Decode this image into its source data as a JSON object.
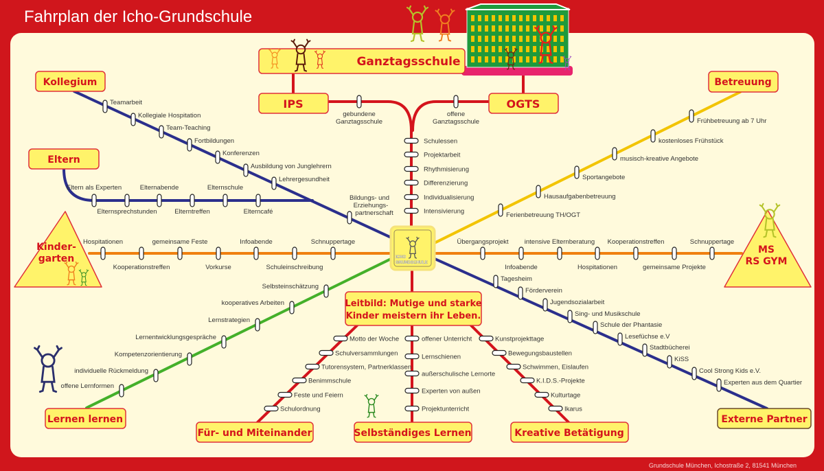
{
  "title": "Fahrplan der Icho-Grundschule",
  "footer": "Grundschule München, Ichostraße 2, 81541 München",
  "center_logo": {
    "line1": "ICHO",
    "line2": "GRUNDSCHULE"
  },
  "hubs": {
    "ganztag": "Ganztagsschule",
    "ips": "IPS",
    "ogts": "OGTS",
    "kollegium": "Kollegium",
    "eltern": "Eltern",
    "betreuung": "Betreuung",
    "kindergarten": {
      "line1": "Kinder-",
      "line2": "garten"
    },
    "ms": {
      "line1": "MS",
      "line2": "RS GYM"
    },
    "lernen": "Lernen lernen",
    "fuer": "Für- und Miteinander",
    "selbst": "Selbständiges Lernen",
    "kreativ": "Kreative Betätigung",
    "extern": "Externe Partner",
    "leitbild": {
      "line1": "Leitbild: Mutige und starke",
      "line2": "Kinder meistern ihr Leben."
    }
  },
  "colors": {
    "background": "#d0161c",
    "panel": "#fffadc",
    "hub_fill": "#fff36a",
    "hub_text": "#d4141c",
    "blue": "#2b2f8c",
    "yellow": "#f2c400",
    "orange": "#f08010",
    "green": "#44b02a",
    "red": "#d4141c"
  },
  "lines": {
    "ganztag_ips": [
      "gebundene",
      "Ganztagsschule"
    ],
    "ganztag_ogts": [
      "offene",
      "Ganztagsschule"
    ],
    "ganztag": [
      "Schulessen",
      "Projektarbeit",
      "Rhythmisierung",
      "Differenzierung",
      "Individualisierung",
      "Intensivierung"
    ],
    "kollegium": [
      "Teamarbeit",
      "Kollegiale Hospitation",
      "Team-Teaching",
      "Fortbildungen",
      "Konferenzen",
      "Ausbildung von Junglehrern",
      "Lehrergesundheit"
    ],
    "bildungspartnerschaft": [
      "Bildungs- und",
      "Erziehungs-",
      "partnerschaft"
    ],
    "eltern": [
      "Eltern als Experten",
      "Elternsprechstunden",
      "Elternabende",
      "Elterntreffen",
      "Elternschule",
      "Elterncafé"
    ],
    "betreuung": [
      "Ferienbetreuung TH/OGT",
      "Hausaufgabenbetreuung",
      "Sportangebote",
      "musisch-kreative Angebote",
      "kostenloses Frühstück",
      "Frühbetreuung ab 7 Uhr"
    ],
    "kindergarten": [
      "Hospitationen",
      "Kooperationstreffen",
      "gemeinsame Feste",
      "Vorkurse",
      "Infoabende",
      "Schuleinschreibung",
      "Schnuppertage"
    ],
    "ms": [
      "Übergangsprojekt",
      "Infoabende",
      "intensive Elternberatung",
      "Hospitationen",
      "Kooperationstreffen",
      "gemeinsame Projekte",
      "Schnuppertage"
    ],
    "extern": [
      "Tagesheim",
      "Förderverein",
      "Jugendsozialarbeit",
      "Sing- und Musikschule",
      "Schule der Phantasie",
      "Lesefüchse e.V",
      "Stadtbücherei",
      "KiSS",
      "Cool Strong Kids e.V.",
      "Experten aus dem Quartier"
    ],
    "lernen": [
      "Selbsteinschätzung",
      "kooperatives Arbeiten",
      "Lernstrategien",
      "Lernentwicklungsgespräche",
      "Kompetenzorientierung",
      "individuelle Rückmeldung",
      "offene Lernformen"
    ],
    "fuer": [
      "Motto der Woche",
      "Schulversammlungen",
      "Tutorensystem, Partnerklassen",
      "Benimmschule",
      "Feste und Feiern",
      "Schulordnung"
    ],
    "selbst": [
      "offener Unterricht",
      "Lernschienen",
      "außerschulische Lernorte",
      "Experten von außen",
      "Projektunterricht"
    ],
    "kreativ": [
      "Kunstprojekttage",
      "Bewegungsbaustellen",
      "Schwimmen, Eislaufen",
      "K.I.D.S.-Projekte",
      "Kulturtage",
      "Ikarus"
    ]
  }
}
